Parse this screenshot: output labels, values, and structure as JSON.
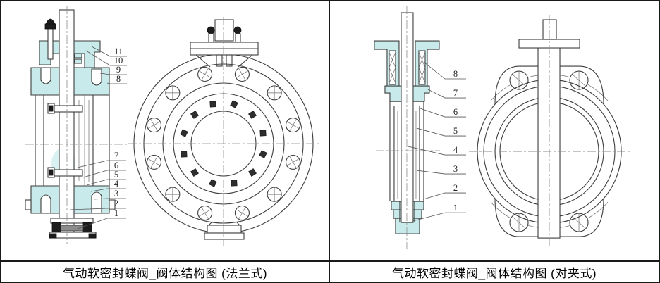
{
  "colors": {
    "highlight": "#c9eaea",
    "line_dark": "#3d3d3d",
    "frame_border": "#1a1a1a"
  },
  "panels": [
    {
      "name": "flange-type",
      "caption": "气动软密封蝶阀_阀体结构图 (法兰式)",
      "labels_top": [
        "11",
        "10",
        "9",
        "8"
      ],
      "labels_bottom": [
        "7",
        "6",
        "5",
        "4",
        "3",
        "2",
        "1"
      ]
    },
    {
      "name": "wafer-type",
      "caption": "气动软密封蝶阀_阀体结构图 (对夹式)",
      "labels": [
        "8",
        "7",
        "6",
        "5",
        "4",
        "3",
        "2",
        "1"
      ]
    }
  ]
}
